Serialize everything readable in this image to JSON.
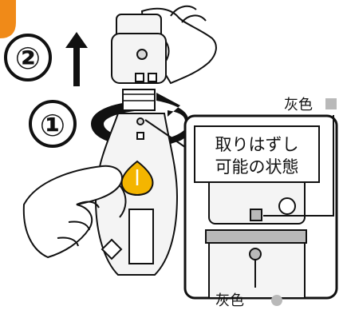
{
  "steps": {
    "step1": "①",
    "step2": "②"
  },
  "callouts": {
    "gray_square_label": "灰色",
    "gray_circle_label": "灰色",
    "detail_box_text_line1": "取りはずし",
    "detail_box_text_line2": "可能の状態"
  },
  "colors": {
    "orange_tab": "#f08a18",
    "outline": "#111111",
    "gray_marker": "#b9b9b9",
    "light_gray": "#d8d8d8",
    "hand_fill": "#ffffff",
    "device_fill": "#f4f4f4",
    "yellow_button": "#f4b500"
  }
}
